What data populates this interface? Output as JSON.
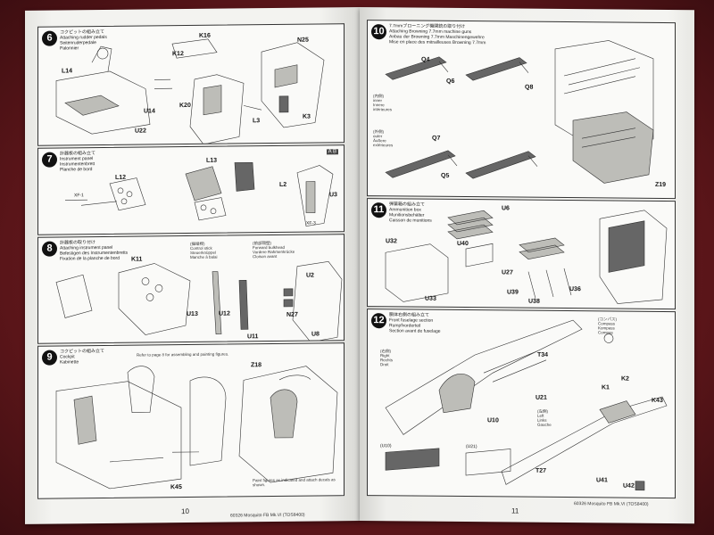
{
  "steps": {
    "s6": {
      "num": "6",
      "title": "コクピットの組み立て\nAttaching rudder pedals\nSeitenruderpedale\nPalonnier",
      "parts": [
        "K16",
        "K12",
        "N25",
        "K20",
        "U14",
        "U22",
        "K3",
        "L14",
        "L3"
      ]
    },
    "s7": {
      "num": "7",
      "title": "計器板の組み立て\nInstrument panel\nInstrumentenbrett\nPlanche de bord",
      "parts": [
        "L13",
        "L12",
        "L2",
        "U3",
        "XF-1",
        "XF-3"
      ],
      "badge": "A B"
    },
    "s8": {
      "num": "8",
      "title": "計器板の取り付け\nAttaching instrument panel\nBefestigen des Instrumentenbretts\nFixation de la planche de bord",
      "parts": [
        "K11",
        "U13",
        "U12",
        "U11",
        "U2",
        "N27",
        "U8"
      ],
      "labels": [
        "(操縦桿)\nControl stick\nSteuerknüppel\nManche à balai",
        "(前部隔壁)\nForward bulkhead\nVordere Rahmenkrücke\nCloison avant"
      ]
    },
    "s9": {
      "num": "9",
      "title": "コクピットの組み立て\nCockpit\nKabinette",
      "parts": [
        "Z18",
        "K45"
      ],
      "notes": [
        "Refer to page 8 for assembling and painting figures.",
        "Paint figures as indicated and attach decals as shown."
      ]
    },
    "s10": {
      "num": "10",
      "title": "7.7mmブローニング機関銃の取り付け\nAttaching Browning 7.7mm machine guns\nAnbau der Browning 7.7mm Maschinengewehre\nMise en place des mitrailleuses Browning 7.7mm",
      "parts": [
        "Q4",
        "Q6",
        "Q8",
        "Q7",
        "Q5",
        "Z19"
      ],
      "labels": [
        "(内側)\ninner\nInnere\nintérieures",
        "(外側)\nouter\nÄußere\nextérieures"
      ]
    },
    "s11": {
      "num": "11",
      "title": "弾薬箱の組み立て\nAmmunition box\nMunitionsbehälter\nCaisson de munitions",
      "parts": [
        "U6",
        "U32",
        "U40",
        "U27",
        "U39",
        "U38",
        "U36",
        "U33"
      ]
    },
    "s12": {
      "num": "12",
      "title": "胴体右側の組み立て\nFront fuselage section\nRumpfvorderteil\nSection avant de fuselage",
      "parts": [
        "T34",
        "U21",
        "U10",
        "T27",
        "K43",
        "U41",
        "U42",
        "K2",
        "K1"
      ],
      "labels": [
        "(右側)\nRight\nRechts\nDroit",
        "(左側)\nLeft\nLinks\nGauche",
        "(コンパス)\nCompass\nKompass\nCompas",
        "(U10)",
        "(U21)"
      ]
    }
  },
  "pages": {
    "left_number": "10",
    "right_number": "11",
    "left_footer": "60326 Mosquito FB Mk.VI (TOS8400)",
    "right_footer": "60326 Mosquito FB Mk.VI (TOS8400)"
  },
  "colors": {
    "background": "#6b1a1f",
    "paper": "#f1f1ee",
    "ink": "#222222"
  },
  "icons": {
    "step_badge": "circle-number",
    "paint_code": "color-chip"
  }
}
